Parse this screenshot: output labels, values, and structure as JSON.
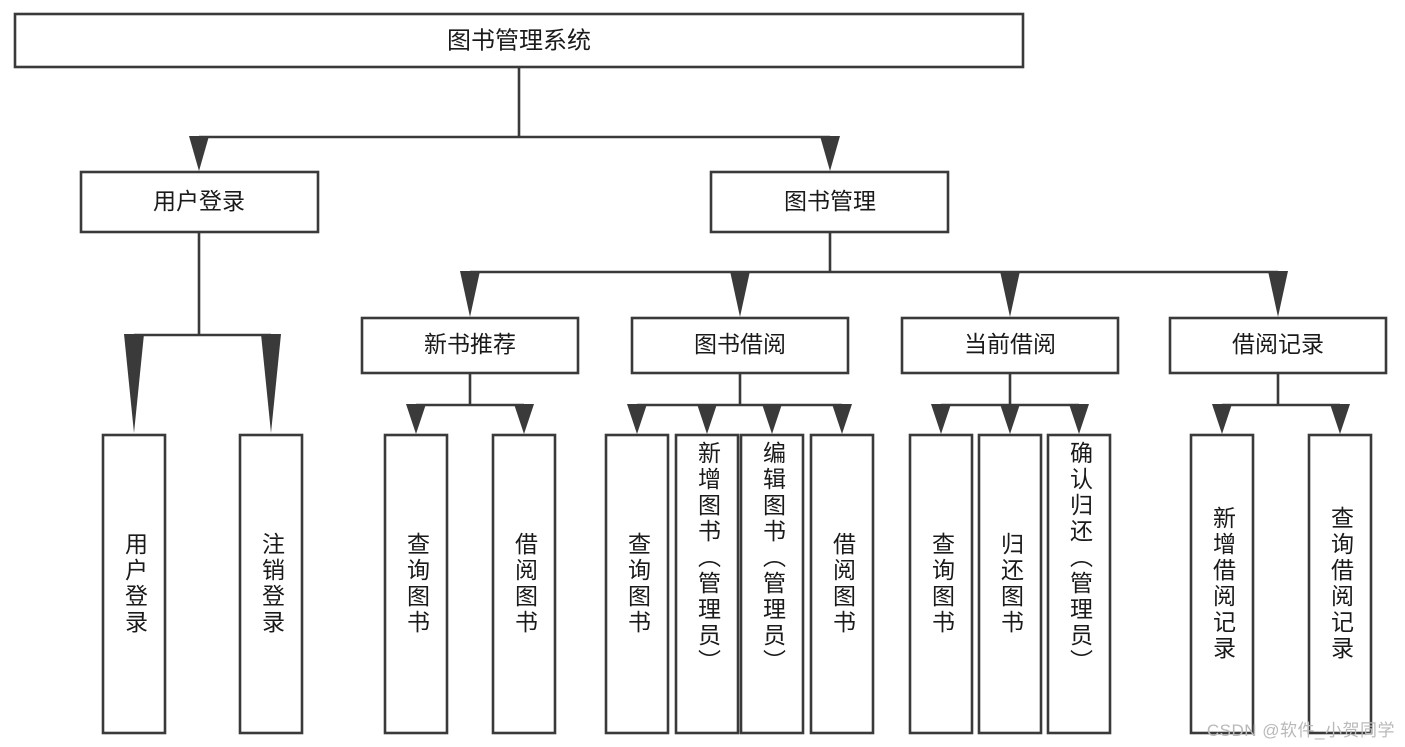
{
  "diagram": {
    "kind": "hierarchy-tree",
    "title_node": {
      "id": "root",
      "label": "图书管理系统"
    },
    "level2": [
      {
        "id": "user-login",
        "label": "用户登录"
      },
      {
        "id": "book-manage",
        "label": "图书管理"
      }
    ],
    "level3": [
      {
        "id": "new-book-recommend",
        "label": "新书推荐",
        "parent": "book-manage"
      },
      {
        "id": "book-borrow",
        "label": "图书借阅",
        "parent": "book-manage"
      },
      {
        "id": "current-borrow",
        "label": "当前借阅",
        "parent": "book-manage"
      },
      {
        "id": "borrow-record",
        "label": "借阅记录",
        "parent": "book-manage"
      }
    ],
    "leaves": [
      {
        "id": "leaf-user-login",
        "label": "用户登录",
        "parent": "user-login"
      },
      {
        "id": "leaf-logout-login",
        "label": "注销登录",
        "parent": "user-login"
      },
      {
        "id": "leaf-query-book-1",
        "label": "查询图书",
        "parent": "new-book-recommend"
      },
      {
        "id": "leaf-borrow-book-1",
        "label": "借阅图书",
        "parent": "new-book-recommend"
      },
      {
        "id": "leaf-query-book-2",
        "label": "查询图书",
        "parent": "book-borrow"
      },
      {
        "id": "leaf-add-book",
        "label": "新增图书（管理员）",
        "parent": "book-borrow"
      },
      {
        "id": "leaf-edit-book",
        "label": "编辑图书（管理员）",
        "parent": "book-borrow"
      },
      {
        "id": "leaf-borrow-book-2",
        "label": "借阅图书",
        "parent": "book-borrow"
      },
      {
        "id": "leaf-query-book-3",
        "label": "查询图书",
        "parent": "current-borrow"
      },
      {
        "id": "leaf-return-book",
        "label": "归还图书",
        "parent": "current-borrow"
      },
      {
        "id": "leaf-confirm-return",
        "label": "确认归还（管理员）",
        "parent": "current-borrow"
      },
      {
        "id": "leaf-add-record",
        "label": "新增借阅记录",
        "parent": "borrow-record"
      },
      {
        "id": "leaf-query-record",
        "label": "查询借阅记录",
        "parent": "borrow-record"
      }
    ],
    "colors": {
      "box_fill": "#ffffff",
      "box_stroke": "#3a3a3a",
      "text": "#1a1a1a",
      "background": "#ffffff",
      "watermark": "#b9b9b9"
    }
  },
  "watermark": {
    "text": "CSDN @软件_小贺同学"
  }
}
